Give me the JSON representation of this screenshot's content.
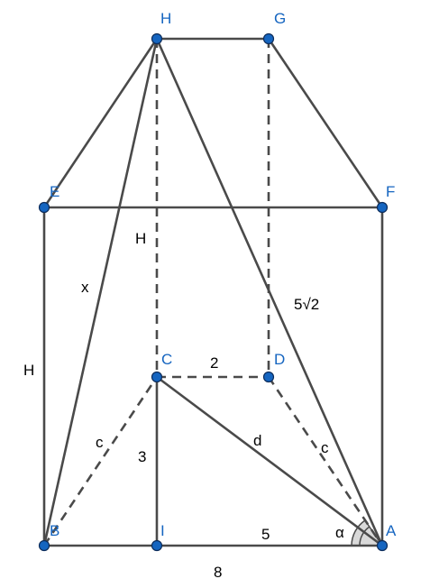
{
  "points": [
    {
      "id": "H",
      "label": "H"
    },
    {
      "id": "G",
      "label": "G"
    },
    {
      "id": "E",
      "label": "E"
    },
    {
      "id": "F",
      "label": "F"
    },
    {
      "id": "C",
      "label": "C"
    },
    {
      "id": "D",
      "label": "D"
    },
    {
      "id": "B",
      "label": "B"
    },
    {
      "id": "I",
      "label": "I"
    },
    {
      "id": "A",
      "label": "A"
    }
  ],
  "measures": {
    "h_inner": "H",
    "h_left": "H",
    "x": "x",
    "diag_ha": "5√2",
    "cd": "2",
    "ci": "3",
    "bc": "c",
    "da": "c",
    "ca": "d",
    "ia": "5",
    "ba": "8",
    "alpha": "α"
  },
  "colors": {
    "point": "#1565c0",
    "line": "#4a4a4a",
    "angle_fill": "#d9d9d9"
  }
}
